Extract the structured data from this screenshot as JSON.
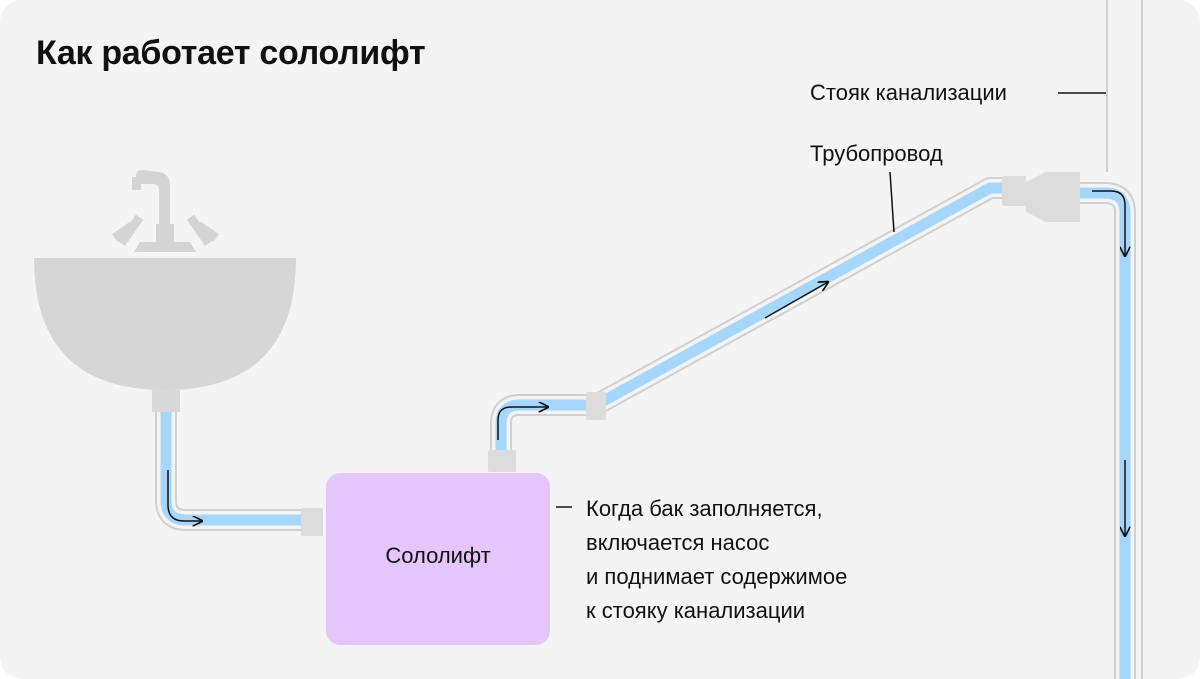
{
  "title": "Как работает сололифт",
  "labels": {
    "riser": "Стояк канализации",
    "pipeline": "Трубопровод",
    "sololift": "Сололифт"
  },
  "description": [
    "Когда бак заполняется,",
    "включается насос",
    "и поднимает содержимое",
    "к стояку канализации"
  ],
  "colors": {
    "background": "#f4f4f4",
    "water": "#a6d7fb",
    "pipe_outline": "#cfcfcf",
    "fitting": "#d9d9d9",
    "sink": "#d6d6d6",
    "sololift_box": "#e5c6fc",
    "text": "#111111"
  },
  "icons": [
    "sink-icon",
    "faucet-icon",
    "flow-arrow-icon"
  ]
}
